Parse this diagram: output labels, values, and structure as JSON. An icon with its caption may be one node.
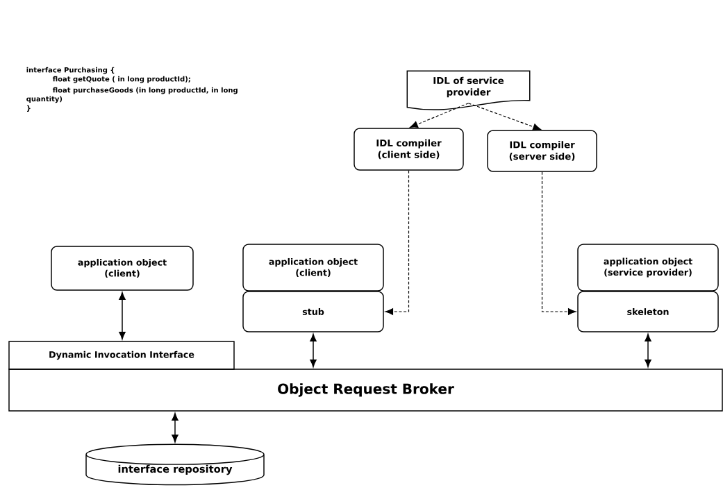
{
  "diagram": {
    "nodes": [
      {
        "text": [
          "IDL of service provider"
        ]
      },
      {
        "text": [
          "IDL compiler (client side)"
        ]
      },
      {
        "text": [
          "IDL compiler (server side)"
        ]
      },
      {
        "text": [
          "application object (client)"
        ]
      },
      {
        "text": [
          "application object (client)"
        ]
      },
      {
        "text": [
          "stub"
        ]
      },
      {
        "text": [
          "application object (service provider)"
        ]
      },
      {
        "text": [
          "skeleton"
        ]
      },
      {
        "text": [
          "Dynamic Invocation Interface"
        ]
      },
      {
        "text": [
          "Object Request Broker"
        ]
      },
      {
        "text": [
          "interface repository"
        ]
      }
    ],
    "edges": [
      {
        "from": 0,
        "to": 1,
        "arrow": "to",
        "style": "dashed"
      },
      {
        "from": 0,
        "to": 2,
        "arrow": "to",
        "style": "dashed"
      },
      {
        "from": 1,
        "to": 5,
        "arrow": "to",
        "style": "dashed"
      },
      {
        "from": 2,
        "to": 7,
        "arrow": "to",
        "style": "dashed"
      },
      {
        "from": 3,
        "to": 8,
        "arrow": "both"
      },
      {
        "from": 5,
        "to": 9,
        "arrow": "both"
      },
      {
        "from": 7,
        "to": 9,
        "arrow": "both"
      },
      {
        "from": 9,
        "to": 10,
        "arrow": "both"
      }
    ],
    "labels": [
      "interface Purchasing {",
      "float getQuote ( in long productId);",
      "float purchaseGoods (in long productId, in long quantity)",
      "}"
    ]
  }
}
